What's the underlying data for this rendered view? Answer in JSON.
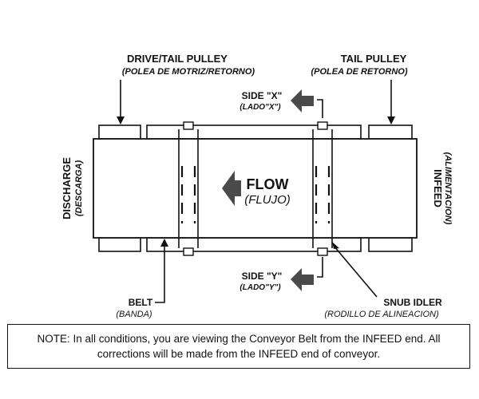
{
  "labels": {
    "drive_tail_pulley": "DRIVE/TAIL PULLEY",
    "drive_tail_pulley_es": "(POLEA DE MOTRIZ/RETORNO)",
    "tail_pulley": "TAIL PULLEY",
    "tail_pulley_es": "(POLEA DE RETORNO)",
    "side_x": "SIDE \"X\"",
    "side_x_es": "(LADO\"X\")",
    "side_y": "SIDE \"Y\"",
    "side_y_es": "(LADO\"Y\")",
    "flow": "FLOW",
    "flow_es": "(FLUJO)",
    "discharge": "DISCHARGE",
    "discharge_es": "(DESCARGA)",
    "infeed": "INFEED",
    "infeed_es": "(ALIMENTACION)",
    "belt": "BELT",
    "belt_es": "(BANDA)",
    "snub_idler": "SNUB IDLER",
    "snub_idler_es": "(RODILLO DE ALINEACION)"
  },
  "note": {
    "line1": "NOTE: In all conditions, you are viewing the Conveyor Belt from the INFEED end. All",
    "line2": "corrections will be made from the INFEED end of conveyor."
  }
}
